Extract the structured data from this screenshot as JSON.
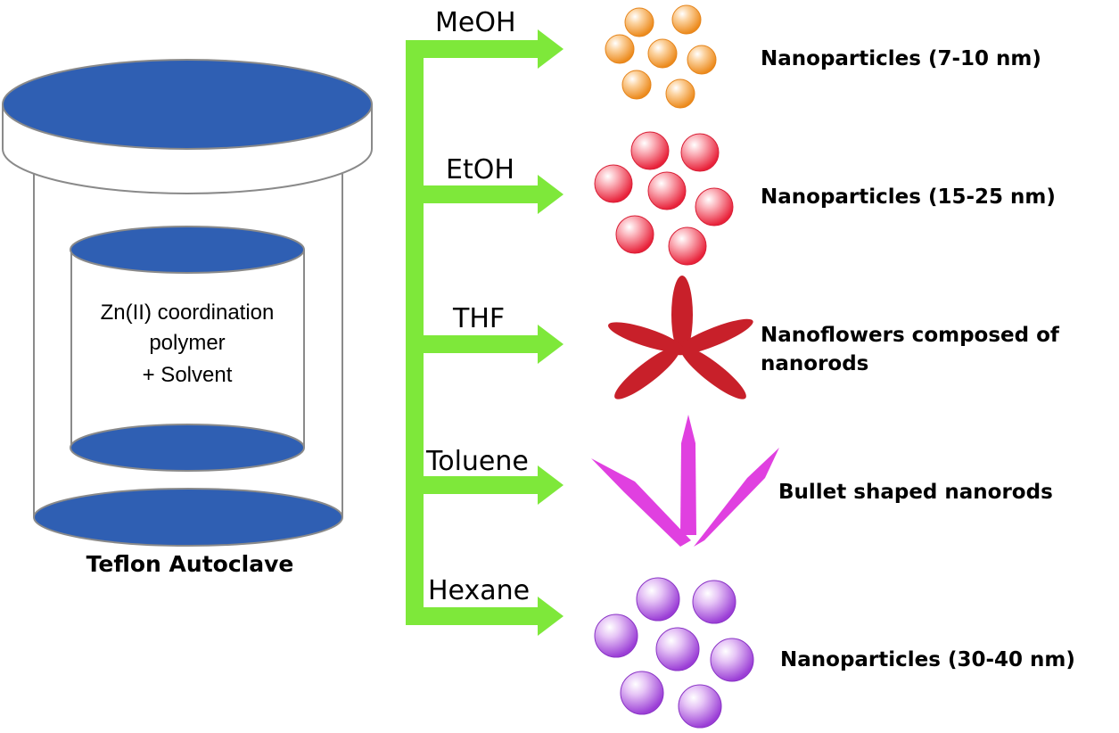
{
  "autoclave": {
    "title": "Teflon Autoclave",
    "contents": [
      "Zn(II) coordination",
      "polymer",
      "+ Solvent"
    ],
    "lid_color": "#2f5fb3",
    "outline_color": "#8a8a8a"
  },
  "flow": {
    "arrow_color": "#7ee83a",
    "branches": [
      {
        "solvent": "MeOH",
        "product": [
          "Nanoparticles (7-10 nm)"
        ],
        "shape": "small-spheres",
        "color": "#f5a040"
      },
      {
        "solvent": "EtOH",
        "product": [
          "Nanoparticles (15-25 nm)"
        ],
        "shape": "medium-spheres",
        "color": "#f06070"
      },
      {
        "solvent": "THF",
        "product": [
          "Nanoflowers composed of",
          "nanorods"
        ],
        "shape": "nanoflower",
        "color": "#c8202a"
      },
      {
        "solvent": "Toluene",
        "product": [
          "Bullet shaped nanorods"
        ],
        "shape": "bullet-rods",
        "color": "#e040e0"
      },
      {
        "solvent": "Hexane",
        "product": [
          "Nanoparticles (30-40 nm)"
        ],
        "shape": "large-spheres",
        "color": "#b660e0"
      }
    ]
  }
}
